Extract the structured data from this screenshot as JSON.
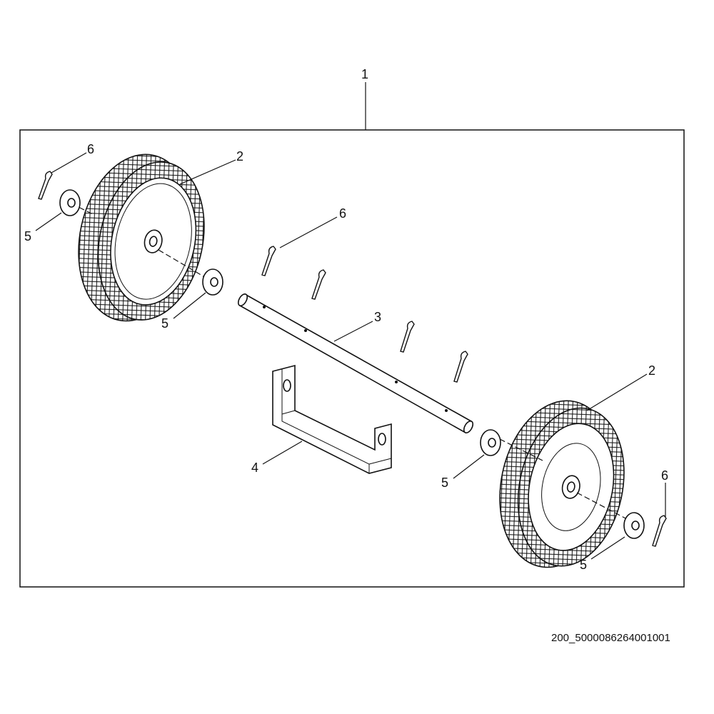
{
  "diagram": {
    "callouts": [
      {
        "label": "1",
        "part": "assembly"
      },
      {
        "label": "6",
        "part": "cotter-pin"
      },
      {
        "label": "2",
        "part": "wheel"
      },
      {
        "label": "5",
        "part": "washer"
      },
      {
        "label": "6",
        "part": "cotter-pin"
      },
      {
        "label": "5",
        "part": "washer"
      },
      {
        "label": "3",
        "part": "axle"
      },
      {
        "label": "2",
        "part": "wheel"
      },
      {
        "label": "4",
        "part": "bracket"
      },
      {
        "label": "5",
        "part": "washer"
      },
      {
        "label": "6",
        "part": "cotter-pin"
      },
      {
        "label": "5",
        "part": "washer"
      }
    ],
    "caption": "200_5000086264001001"
  }
}
